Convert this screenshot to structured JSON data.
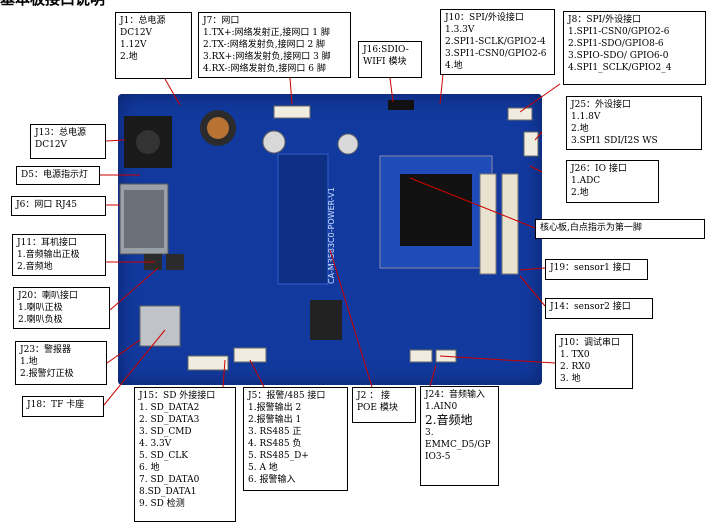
{
  "page_title": "基本板接口说明",
  "labels": {
    "j1": {
      "lines": [
        "J1：总电源",
        "DC12V",
        "1.12V",
        "2.地"
      ]
    },
    "j7": {
      "lines": [
        "J7：网口",
        "1.TX+:网络发射正,接网口 1 脚",
        "2.TX-:网络发射负,接网口 2 脚",
        "3.RX+:网络发射负,接网口 3 脚",
        "4.RX-:网络发射负,接网口 6 脚"
      ]
    },
    "j16": {
      "lines": [
        "J16:SDIO-",
        "WIFI 模块"
      ]
    },
    "j10spi": {
      "lines": [
        "J10：SPI/外设接口",
        "1.3.3V",
        "2.SPI1-SCLK/GPIO2-4",
        "3.SPI1-CSN0/GPIO2-6",
        "4.地"
      ]
    },
    "j8": {
      "lines": [
        "J8：SPI/外设接口",
        "1.SPI1-CSN0/GPIO2-6",
        "2.SPI1-SDO/GPIO8-6",
        "3.SPIO-SDO/ GPIO6-0",
        "4.SPI1_SCLK/GPIO2_4"
      ]
    },
    "j13": {
      "lines": [
        "J13：总电源",
        "DC12V"
      ]
    },
    "j25": {
      "lines": [
        "J25：外设接口",
        "1.1.8V",
        "2.地",
        "3.SPI1  SDI/I2S  WS"
      ]
    },
    "d5": {
      "lines": [
        "D5：电源指示灯"
      ]
    },
    "j26": {
      "lines": [
        "J26：IO 接口",
        "1.ADC",
        "2.地"
      ]
    },
    "j6": {
      "lines": [
        "J6：网口 RJ45"
      ]
    },
    "core": {
      "lines": [
        "核心板,白点指示为第一脚"
      ]
    },
    "j11": {
      "lines": [
        "J11：耳机接口",
        "1.音频输出正极",
        "2.音频地"
      ]
    },
    "j19": {
      "lines": [
        "J19：sensor1 接口"
      ]
    },
    "j20": {
      "lines": [
        "J20：喇叭接口",
        "1.喇叭正极",
        "2.喇叭负极"
      ]
    },
    "j14": {
      "lines": [
        "J14：sensor2 接口"
      ]
    },
    "j23": {
      "lines": [
        "J23：警报器",
        "1.地",
        "2.报警灯正极"
      ]
    },
    "j10debug": {
      "lines": [
        "J10：调试串口",
        "1.  TX0",
        "2.  RX0",
        "3.  地"
      ]
    },
    "j18": {
      "lines": [
        "J18：TF 卡座"
      ]
    },
    "j15": {
      "lines": [
        "J15：SD 外接接口",
        "1.  SD_DATA2",
        "2.  SD_DATA3",
        "3.  SD_CMD",
        "4.  3.3V",
        "5.  SD_CLK",
        "6.  地",
        "7.  SD_DATA0",
        "8.SD_DATA1",
        "9.  SD 检测"
      ]
    },
    "j5": {
      "lines": [
        "J5：报警/485 接口",
        "1.报警输出 2",
        "2.报警输出 1",
        "3.  RS485 正",
        "4.  RS485 负",
        "5.  RS485_D+",
        "5.  A 地",
        "6.   报警输入"
      ]
    },
    "j2": {
      "lines": [
        "J2  ：    接",
        "POE 模块"
      ]
    },
    "j24": {
      "lines": [
        "J24：音频输入",
        "1.AIN0",
        "2.音频地",
        "3.",
        "EMMC_D5/GP",
        "IO3-5"
      ]
    }
  },
  "board": {
    "silkscreen": "CA-M3583C0-POWER-V1",
    "colors": {
      "pcb": "#123a9e",
      "lead_line": "#cc0000"
    }
  }
}
